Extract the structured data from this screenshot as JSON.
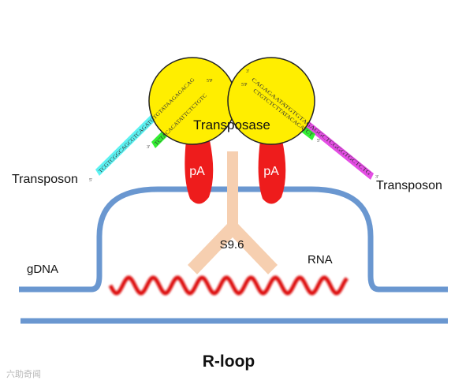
{
  "labels": {
    "transposon_left": "Transposon",
    "transposon_right": "Transposon",
    "transposase": "Transposase",
    "pa_left": "pA",
    "pa_right": "pA",
    "antibody": "S9.6",
    "gdna": "gDNA",
    "rna": "RNA",
    "title": "R-loop"
  },
  "sequences": {
    "left_upper": "TCGTCGGCAGCGTCAGATGTGTATAAGAGACAG",
    "left_lower": "TCTACACATATTCTCTGTC",
    "right_upper": "CAGAGAATATGTGTAGAGGCTCGGGTGCTCTG",
    "right_lower": "CTGTCTCTTATACACATCT",
    "end_5": "5'",
    "end_3": "3'",
    "end_5p": "5'P"
  },
  "colors": {
    "dna": "#6a97d0",
    "transposase": "#ffee00",
    "pa": "#ee1c1c",
    "antibody": "#f6cfb0",
    "rna": "#dd1111",
    "adapter_cyan": "#5df2f2",
    "adapter_green": "#33ee33",
    "adapter_magenta": "#e44de4"
  },
  "watermark": "六助奇闻"
}
